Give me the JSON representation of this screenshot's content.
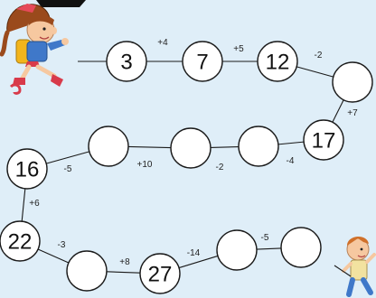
{
  "colors": {
    "background": "#dfeef8",
    "circle_fill": "#ffffff",
    "stroke": "#1a1a1a"
  },
  "start_character": "girl-with-backpack",
  "end_character": "boy-running",
  "nodes": [
    {
      "value": "3"
    },
    {
      "value": "7"
    },
    {
      "value": "12"
    },
    {
      "value": ""
    },
    {
      "value": "17"
    },
    {
      "value": ""
    },
    {
      "value": ""
    },
    {
      "value": ""
    },
    {
      "value": ""
    },
    {
      "value": "16"
    },
    {
      "value": "22"
    },
    {
      "value": ""
    },
    {
      "value": "27"
    },
    {
      "value": ""
    },
    {
      "value": ""
    }
  ],
  "operations": [
    "+4",
    "+5",
    "-2",
    "+7",
    "-4",
    "-2",
    "+10",
    "-5",
    "+6",
    "-3",
    "+8",
    "-14",
    "-5"
  ]
}
